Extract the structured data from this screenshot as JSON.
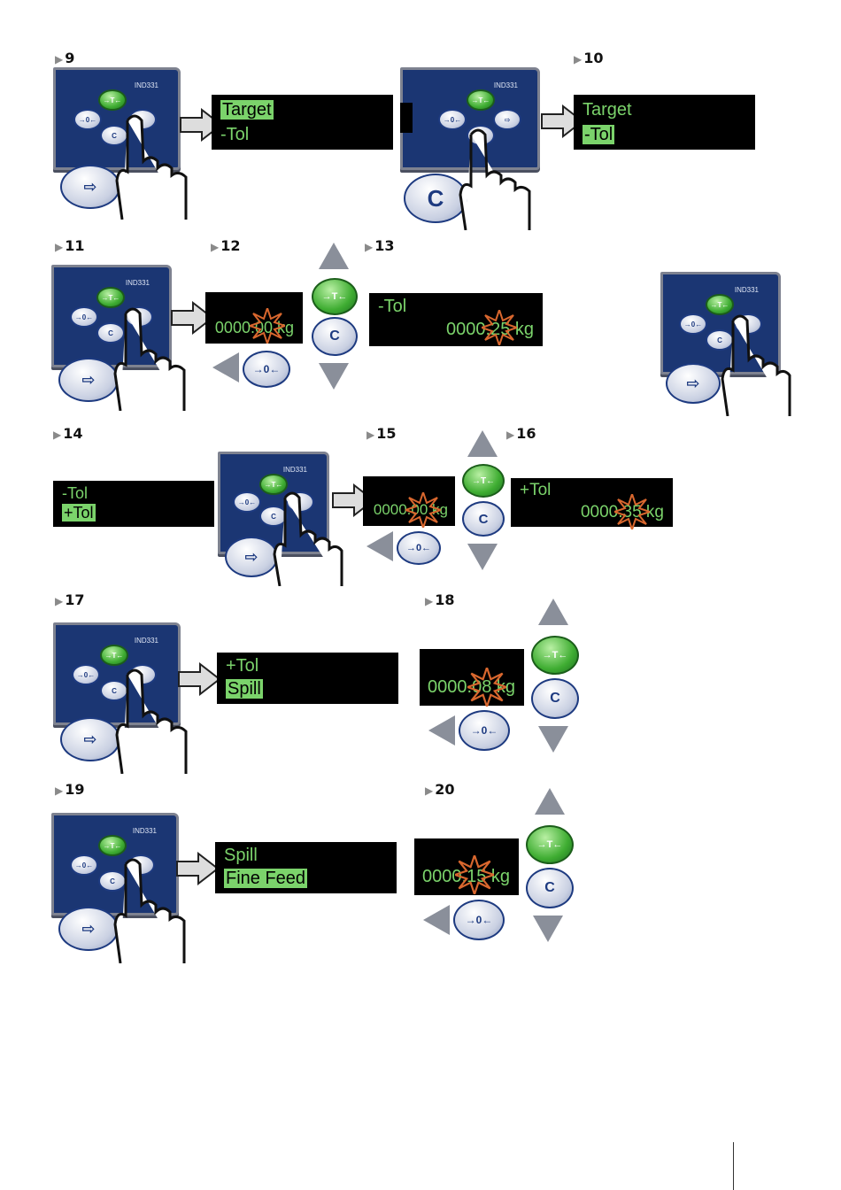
{
  "steps": [
    {
      "id": "s9",
      "label": "9"
    },
    {
      "id": "s10",
      "label": "10"
    },
    {
      "id": "s11",
      "label": "11"
    },
    {
      "id": "s12",
      "label": "12"
    },
    {
      "id": "s13",
      "label": "13"
    },
    {
      "id": "s14",
      "label": "14"
    },
    {
      "id": "s15",
      "label": "15"
    },
    {
      "id": "s16",
      "label": "16"
    },
    {
      "id": "s17",
      "label": "17"
    },
    {
      "id": "s18",
      "label": "18"
    },
    {
      "id": "s19",
      "label": "19"
    },
    {
      "id": "s20",
      "label": "20"
    }
  ],
  "terminal": {
    "model": "IND331",
    "keys": {
      "tare": "→T←",
      "zero": "→0←",
      "clear": "C",
      "exit": "⇨"
    }
  },
  "screens": {
    "s9": {
      "line1": "Target",
      "line2": "-Tol"
    },
    "s10": {
      "line1": "Target",
      "line2": "-Tol"
    },
    "s12": {
      "value": "0000.00 kg"
    },
    "s13": {
      "line1": "-Tol",
      "value": "0000.25 kg"
    },
    "s14": {
      "line1": "-Tol",
      "line2": "+Tol"
    },
    "s15": {
      "value": "0000.00 kg"
    },
    "s16": {
      "line1": "+Tol",
      "value": "0000.35 kg"
    },
    "s17": {
      "line1": "+Tol",
      "line2": "Spill"
    },
    "s18": {
      "value": "0000.08 kg"
    },
    "s19": {
      "line1": "Spill",
      "line2": "Fine Feed"
    },
    "s20": {
      "value": "0000.15 kg"
    }
  },
  "colors": {
    "panel": "#1b3673",
    "display": "#000000",
    "lcd": "#7bd36b",
    "green_key": "#3fad32",
    "burst": "#d9672e"
  }
}
